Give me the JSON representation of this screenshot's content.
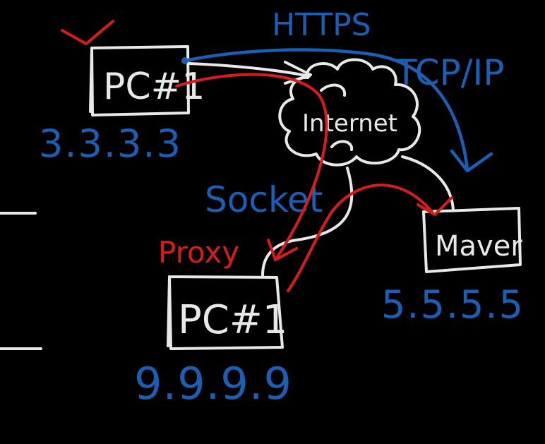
{
  "colors": {
    "background": "#000000",
    "chalk": "#e8e8e8",
    "blue": "#1a5fb4",
    "red": "#d81b1b"
  },
  "nodes": {
    "pc_top": {
      "label": "PC#1",
      "ip": "3.3.3.3"
    },
    "cloud": {
      "label": "Internet"
    },
    "server": {
      "label": "Maver",
      "ip": "5.5.5.5"
    },
    "pc_proxy": {
      "label": "PC#1",
      "ip": "9.9.9.9",
      "role": "Proxy"
    }
  },
  "annotations": {
    "https": "HTTPS",
    "tcpip": "TCP/IP",
    "socket": "Socket"
  }
}
